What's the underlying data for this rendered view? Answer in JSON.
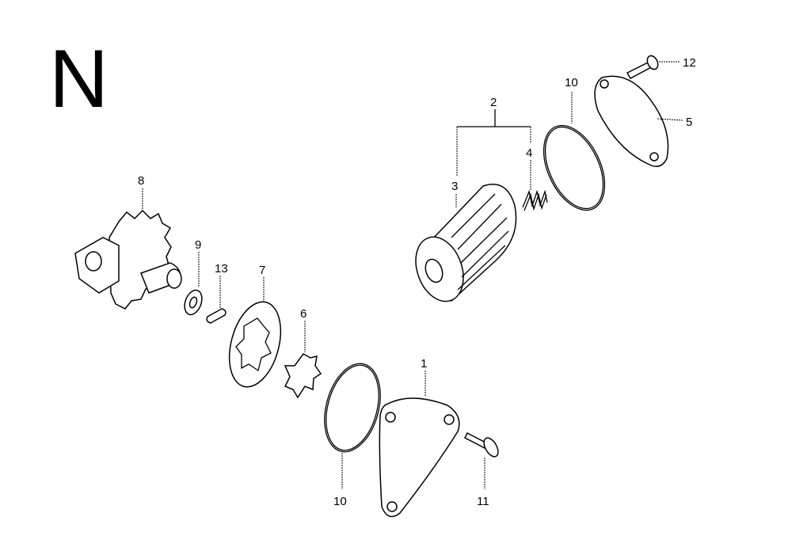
{
  "section_letter": "N",
  "callouts": {
    "p1": "1",
    "p2": "2",
    "p3": "3",
    "p4": "4",
    "p5": "5",
    "p6": "6",
    "p7": "7",
    "p8": "8",
    "p9": "9",
    "p10a": "10",
    "p10b": "10",
    "p11": "11",
    "p12": "12",
    "p13": "13"
  }
}
